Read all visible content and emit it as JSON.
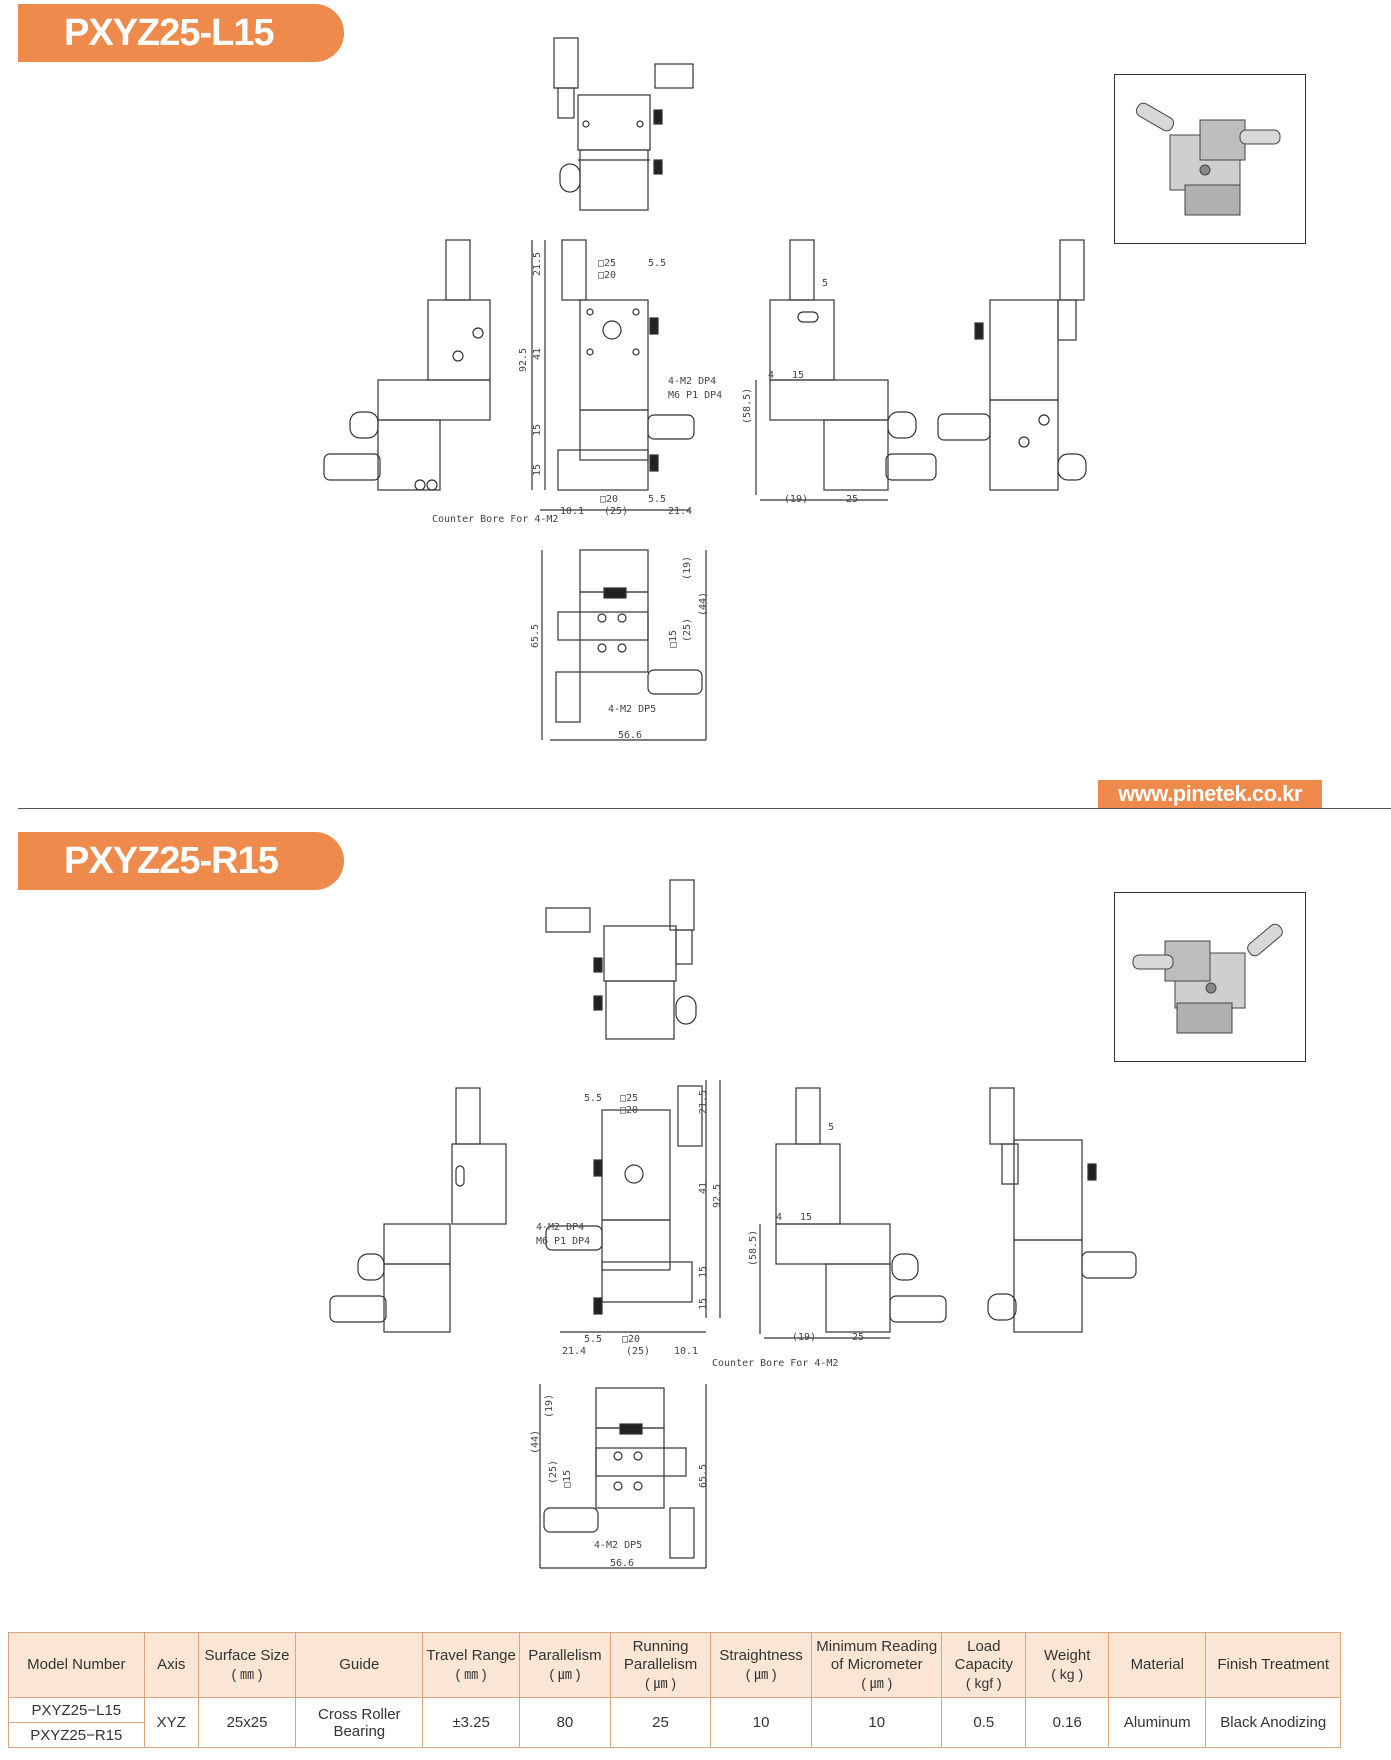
{
  "sections": [
    {
      "title": "PXYZ25-L15",
      "labels": {
        "dim_25": "□25",
        "dim_20": "□20",
        "dim_5_5": "5.5",
        "dim_21_5": "21.5",
        "dim_41": "41",
        "dim_92_5": "92.5",
        "dim_15a": "15",
        "dim_15b": "15",
        "tap1": "4-M2 DP4",
        "tap2": "M6 P1 DP4",
        "bottom_20": "□20",
        "bottom_25": "(25)",
        "bottom_10_1": "10.1",
        "bottom_5_5": "5.5",
        "bottom_21_4": "21.4",
        "counter_bore": "Counter Bore For 4-M2",
        "side_5": "5",
        "side_4": "4",
        "side_15": "15",
        "side_58_5": "(58.5)",
        "side_19": "(19)",
        "side_25": "25",
        "top_19": "(19)",
        "top_44": "(44)",
        "top_65_5": "65.5",
        "top_15": "□15",
        "top_25": "(25)",
        "top_tap": "4-M2 DP5",
        "top_56_6": "56.6"
      }
    },
    {
      "title": "PXYZ25-R15",
      "labels": {
        "dim_25": "□25",
        "dim_20": "□20",
        "dim_5_5": "5.5",
        "dim_21_5": "21.5",
        "dim_41": "41",
        "dim_92_5": "92.5",
        "dim_15a": "15",
        "dim_15b": "15",
        "tap1": "4-M2 DP4",
        "tap2": "M6 P1 DP4",
        "bottom_20": "□20",
        "bottom_25": "(25)",
        "bottom_10_1": "10.1",
        "bottom_5_5": "5.5",
        "bottom_21_4": "21.4",
        "counter_bore": "Counter Bore For 4-M2",
        "side_5": "5",
        "side_4": "4",
        "side_15": "15",
        "side_58_5": "(58.5)",
        "side_19": "(19)",
        "side_25": "25",
        "top_19": "(19)",
        "top_44": "(44)",
        "top_65_5": "65.5",
        "top_15": "□15",
        "top_25": "(25)",
        "top_tap": "4-M2 DP5",
        "top_56_6": "56.6"
      }
    }
  ],
  "website": "www.pinetek.co.kr",
  "table": {
    "headers": [
      {
        "main": "Model Number",
        "sub": ""
      },
      {
        "main": "Axis",
        "sub": ""
      },
      {
        "main": "Surface Size",
        "sub": "( ㎜ )"
      },
      {
        "main": "Guide",
        "sub": ""
      },
      {
        "main": "Travel Range",
        "sub": "( ㎜ )"
      },
      {
        "main": "Parallelism",
        "sub": "( ㎛ )"
      },
      {
        "main": "Running Parallelism",
        "sub": "( ㎛ )"
      },
      {
        "main": "Straightness",
        "sub": "( ㎛ )"
      },
      {
        "main": "Minimum Reading of Micrometer",
        "sub": "( ㎛ )"
      },
      {
        "main": "Load Capacity",
        "sub": "( kgf )"
      },
      {
        "main": "Weight",
        "sub": "( kg )"
      },
      {
        "main": "Material",
        "sub": ""
      },
      {
        "main": "Finish Treatment",
        "sub": ""
      }
    ],
    "models": [
      "PXYZ25−L15",
      "PXYZ25−R15"
    ],
    "shared": {
      "axis": "XYZ",
      "surface": "25x25",
      "guide": "Cross Roller Bearing",
      "travel": "±3.25",
      "parallelism": "80",
      "running": "25",
      "straightness": "10",
      "min_reading": "10",
      "load": "0.5",
      "weight": "0.16",
      "material": "Aluminum",
      "finish": "Black Anodizing"
    }
  }
}
